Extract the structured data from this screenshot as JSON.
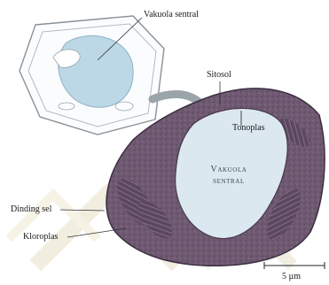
{
  "labels": {
    "central_vacuole": "Vakuola sentral",
    "cytosol": "Sitosol",
    "tonoplast": "Tonoplas",
    "central_vacuole_inner_line1": "Vakuola",
    "central_vacuole_inner_line2": "sentral",
    "cell_wall": "Dinding sel",
    "chloroplast": "Kloroplas"
  },
  "scale_bar": {
    "label": "5 µm"
  },
  "colors": {
    "cell_tissue": "#6f5a72",
    "vacuole_fill": "#dbe8ef",
    "sketch_vacuole": "#bcd8e6",
    "arrow": "#9aa4ab",
    "watermark": "#d8cfa8"
  }
}
